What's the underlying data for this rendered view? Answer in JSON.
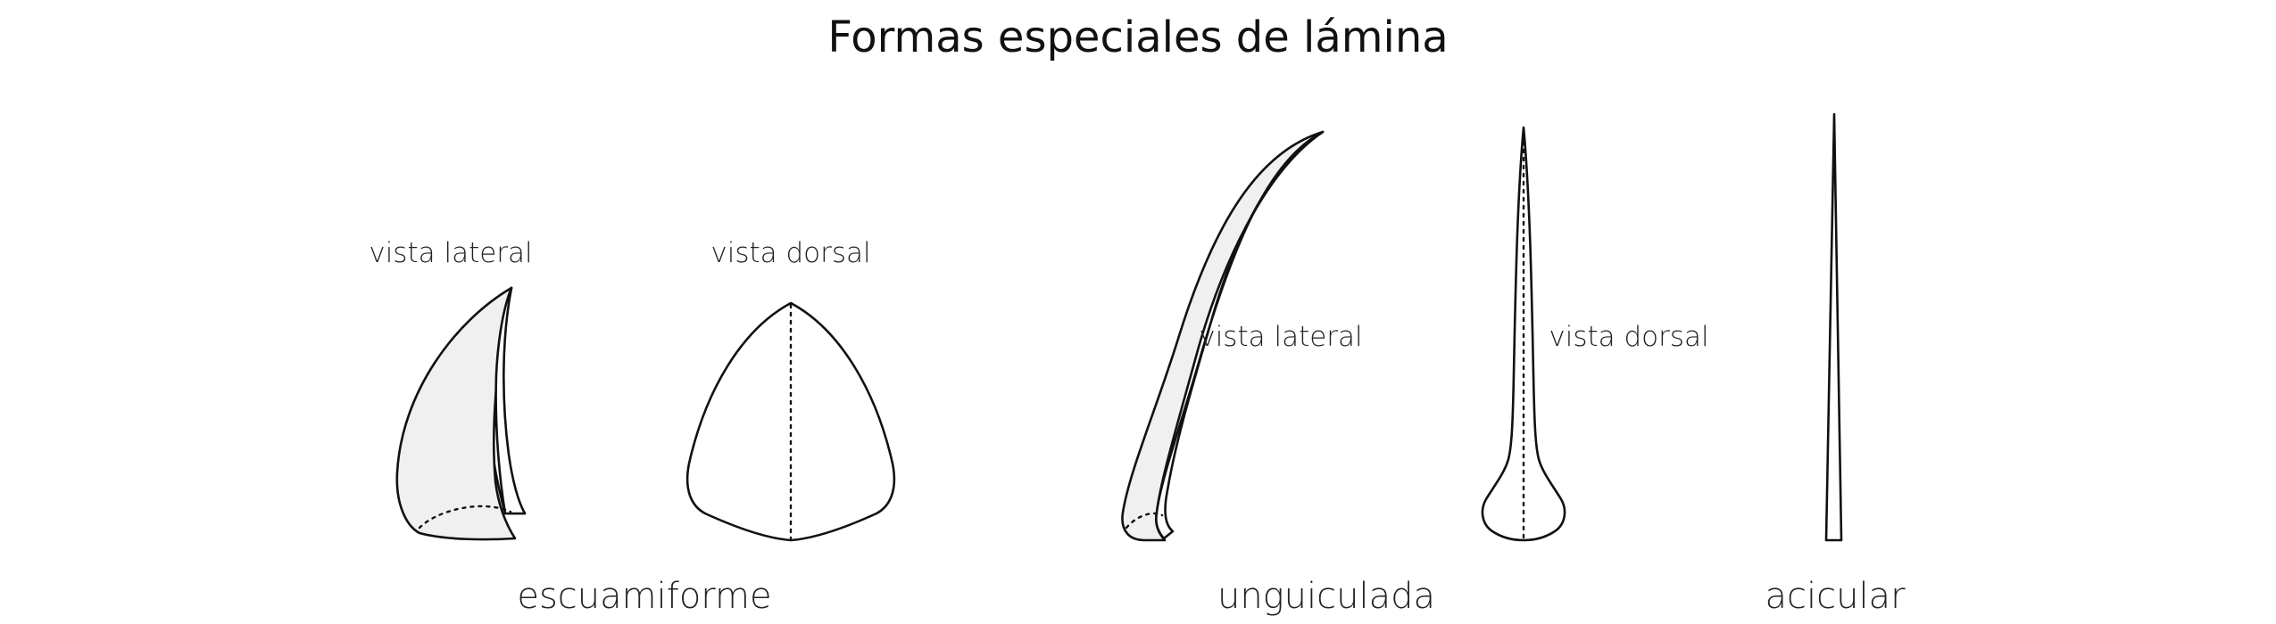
{
  "title": "Formas especiales de lámina",
  "colors": {
    "outline": "#111111",
    "shading": "#f0f0f0",
    "background": "#ffffff"
  },
  "forms": [
    {
      "name": "escuamiforme",
      "views": [
        {
          "label": "vista lateral"
        },
        {
          "label": "vista dorsal"
        }
      ]
    },
    {
      "name": "unguiculada",
      "views": [
        {
          "label": "vista lateral"
        },
        {
          "label": "vista dorsal"
        }
      ]
    },
    {
      "name": "acicular",
      "views": []
    }
  ]
}
